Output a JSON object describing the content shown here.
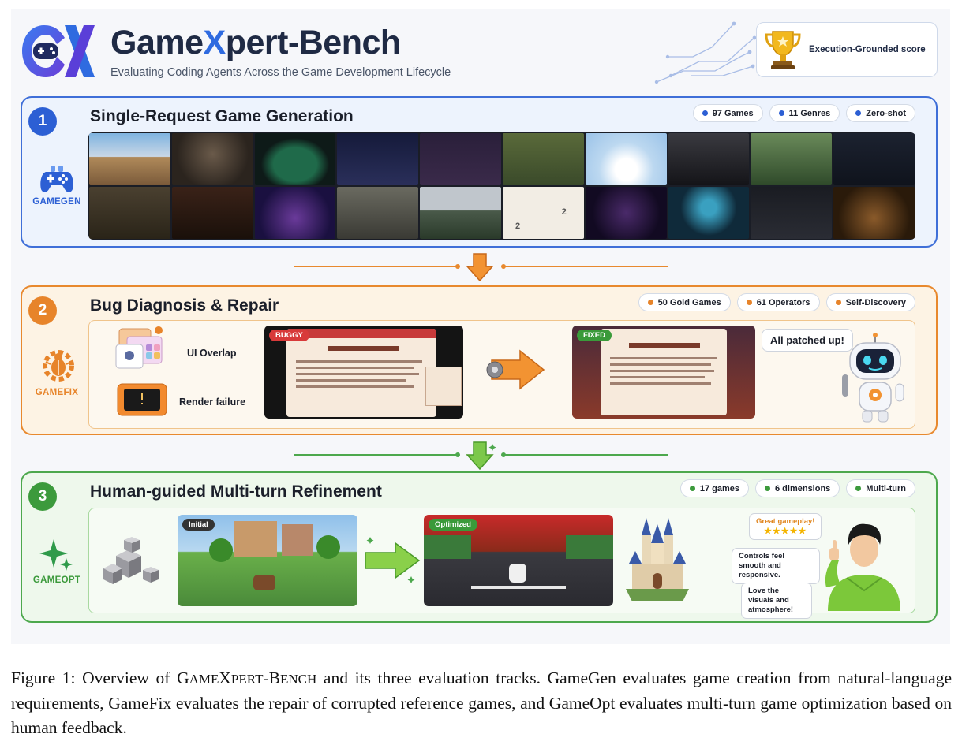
{
  "header": {
    "title_prefix": "Game",
    "title_x": "X",
    "title_suffix": "pert-Bench",
    "subtitle": "Evaluating Coding Agents Across the Game Development Lifecycle",
    "score_label": "Execution-Grounded score",
    "icons": [
      "gamepad-logo-icon",
      "circuit-lines-icon",
      "trophy-icon"
    ]
  },
  "tracks": [
    {
      "number": "1",
      "title": "Single-Request Game Generation",
      "side_label": "GAMEGEN",
      "badges": [
        "97 Games",
        "11 Genres",
        "Zero-shot"
      ],
      "color": "#2c5fd4",
      "screenshot_cells": [
        "",
        "",
        "",
        "",
        "",
        "",
        "",
        "",
        "",
        "",
        "",
        "",
        "",
        "",
        "",
        "2",
        "",
        "",
        "",
        ""
      ]
    },
    {
      "number": "2",
      "title": "Bug Diagnosis & Repair",
      "side_label": "GAMEFIX",
      "badges": [
        "50 Gold Games",
        "61 Operators",
        "Self-Discovery"
      ],
      "color": "#e7842a",
      "bug_types": [
        "UI Overlap",
        "Render failure"
      ],
      "buggy_tag": "BUGGY",
      "fixed_tag": "FIXED",
      "bubble": "All patched up!"
    },
    {
      "number": "3",
      "title": "Human-guided Multi-turn Refinement",
      "side_label": "GAMEOPT",
      "badges": [
        "17 games",
        "6 dimensions",
        "Multi-turn"
      ],
      "color": "#3c9a3c",
      "initial_tag": "Initial",
      "optimized_tag": "Optimized",
      "feedback": {
        "top": "Great gameplay!",
        "stars": "★★★★★",
        "middle": "Controls feel smooth and responsive.",
        "bottom": "Love the visuals and atmosphere!"
      }
    }
  ],
  "grid_tiles": {
    "tile_2048_a": "2",
    "tile_2048_b": "2"
  },
  "caption": {
    "prefix": "Figure 1: Overview of ",
    "name_g": "G",
    "name_ame": "AME",
    "name_x": "X",
    "name_pert": "PERT",
    "name_dash": "-",
    "name_b": "B",
    "name_ench": "ENCH",
    "body": " and its three evaluation tracks. GameGen evaluates game creation from natural-language requirements, GameFix evaluates the repair of corrupted reference games, and GameOpt evaluates multi-turn game optimization based on human feedback."
  }
}
